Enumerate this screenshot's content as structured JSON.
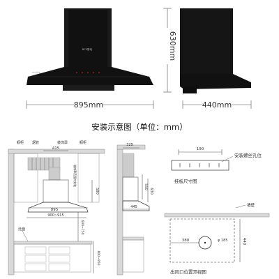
{
  "product": {
    "front_width": "895mm",
    "side_depth": "440mm",
    "height": "630mm",
    "brand_mark": "BCE厨电"
  },
  "section_title": "安装示意图（单位：mm）",
  "installation": {
    "labels": {
      "cabinet_left": "橱柜",
      "smoke_pipe": "烟管",
      "decor_cover": "装饰罩",
      "cabinet_right": "橱柜",
      "stove": "灶面"
    },
    "dims": {
      "d415": "415",
      "d580": "580",
      "d895": "895",
      "d900_915": "900~915",
      "d600_750": "600~750",
      "d800_950": "800~950",
      "vertical_note": "装饰罩范围内安装"
    }
  },
  "side_view": {
    "d325": "325",
    "d550": "550",
    "d630": "630",
    "d445": "445"
  },
  "hanging_plate": {
    "width": "190",
    "screw_label": "安装螺丝孔位",
    "caption": "挂板尺寸图"
  },
  "vent_top": {
    "wall_label": "墙壁",
    "d380": "380",
    "diameter": "φ 185",
    "d440": "440",
    "caption": "出风口位置顶视图"
  }
}
